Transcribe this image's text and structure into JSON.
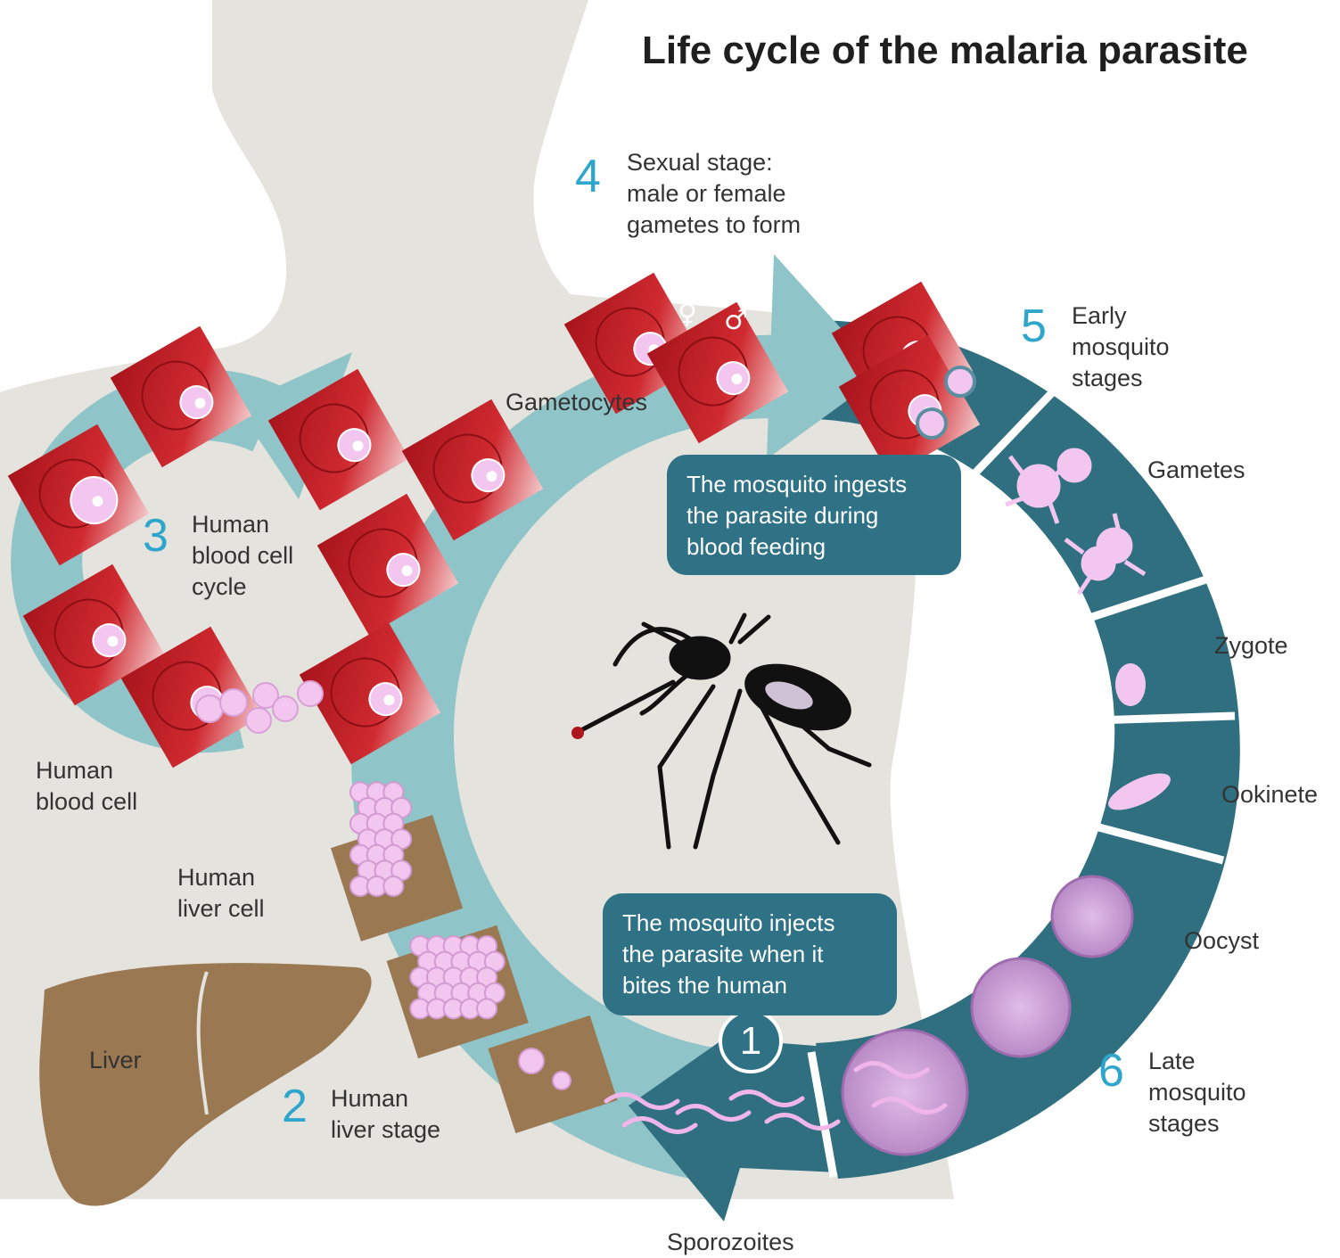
{
  "title": "Life cycle of the malaria parasite",
  "colors": {
    "silhouette": "#e4e3dd",
    "inner_ring": "#8fc4c8",
    "outer_ring": "#2f6f80",
    "cell_red": "#c01d26",
    "parasite_pink": "#f2c6ee",
    "liver": "#9a7852",
    "number_blue": "#2ea6cc",
    "callout_bg": "#2f7286"
  },
  "stages": {
    "s1": {
      "number": "1"
    },
    "s2": {
      "number": "2",
      "label": "Human\nliver stage"
    },
    "s3": {
      "number": "3",
      "label": "Human\nblood cell\ncycle"
    },
    "s4": {
      "number": "4",
      "label": "Sexual stage:\nmale or female\ngametes to form"
    },
    "s5": {
      "number": "5",
      "label": "Early\nmosquito\nstages"
    },
    "s6": {
      "number": "6",
      "label": "Late\nmosquito\nstages"
    }
  },
  "labels": {
    "gametocytes": "Gametocytes",
    "human_blood_cell": "Human\nblood cell",
    "human_liver_cell": "Human\nliver cell",
    "liver": "Liver",
    "sporozoites": "Sporozoites",
    "gametes": "Gametes",
    "zygote": "Zygote",
    "ookinete": "Ookinete",
    "oocyst": "Oocyst"
  },
  "callouts": {
    "ingests": "The mosquito ingests\nthe parasite during\nblood feeding",
    "injects": "The mosquito injects\nthe parasite when it\nbites the human"
  },
  "symbols": {
    "female": "♀",
    "male": "♂"
  },
  "icons": {
    "mosquito": "mosquito-icon",
    "liver": "liver-icon",
    "blood_cell": "red-blood-cell-icon"
  }
}
